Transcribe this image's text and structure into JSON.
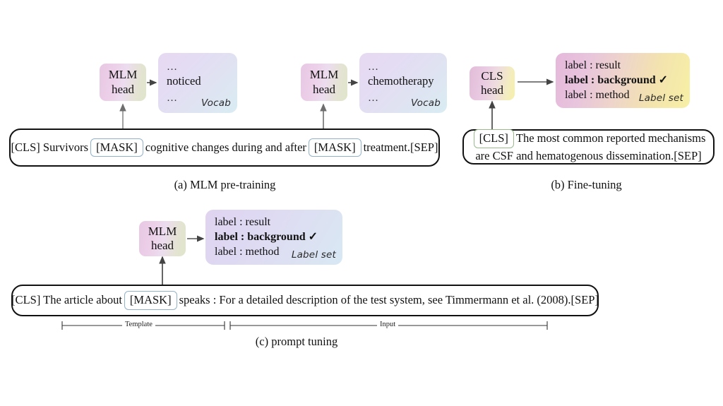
{
  "figure": {
    "panels": [
      {
        "id": "a",
        "caption": "(a) MLM pre-training",
        "heads": [
          {
            "line1": "MLM",
            "line2": "head"
          },
          {
            "line1": "MLM",
            "line2": "head"
          }
        ],
        "output_boxes": [
          {
            "tag": "Vocab",
            "lines": [
              "…",
              "noticed",
              "…"
            ]
          },
          {
            "tag": "Vocab",
            "lines": [
              "…",
              "chemotherapy",
              "…"
            ]
          }
        ],
        "sentence": {
          "before": "[CLS] Survivors",
          "token1": "[MASK]",
          "middle": "cognitive changes during and after",
          "token2": "[MASK]",
          "after": "treatment.[SEP]"
        }
      },
      {
        "id": "b",
        "caption": "(b) Fine-tuning",
        "heads": [
          {
            "line1": "CLS",
            "line2": "head"
          }
        ],
        "output_boxes": [
          {
            "tag": "Label set",
            "lines": [
              "label : result",
              "label : background ✓",
              "label : method"
            ],
            "bold_index": 1
          }
        ],
        "sentence": {
          "token1": "[CLS]",
          "line1": "The most common reported mechanisms are",
          "line2": "CSF and hematogenous dissemination.[SEP]"
        }
      },
      {
        "id": "c",
        "caption": "(c) prompt tuning",
        "heads": [
          {
            "line1": "MLM",
            "line2": "head"
          }
        ],
        "output_boxes": [
          {
            "tag": "Label set",
            "lines": [
              "label : result",
              "label : background ✓",
              "label : method"
            ],
            "bold_index": 1
          }
        ],
        "sentence": {
          "before": "[CLS] The article about",
          "token1": "[MASK]",
          "after": "speaks : For a detailed description of the test system, see Timmermann et al. (2008).[SEP]"
        },
        "brackets": [
          {
            "label": "Template"
          },
          {
            "label": "Input"
          }
        ]
      }
    ]
  },
  "colors": {
    "box_border": "#111111",
    "mask_token_border": "#93b2c9",
    "cls_token_border": "#9aba8e",
    "arrow": "#555555",
    "vocab_gradient_start": "#e7d9f2",
    "vocab_gradient_end": "#d9ecf3",
    "labelset_b_gradient_start": "#e5b8da",
    "labelset_b_gradient_end": "#f7f0a5",
    "labelset_c_gradient_start": "#e0d4f0",
    "labelset_c_gradient_end": "#d8e8f4",
    "head_gradient_start": "#e8c8e4",
    "head_gradient_end": "#dfe6c9"
  }
}
